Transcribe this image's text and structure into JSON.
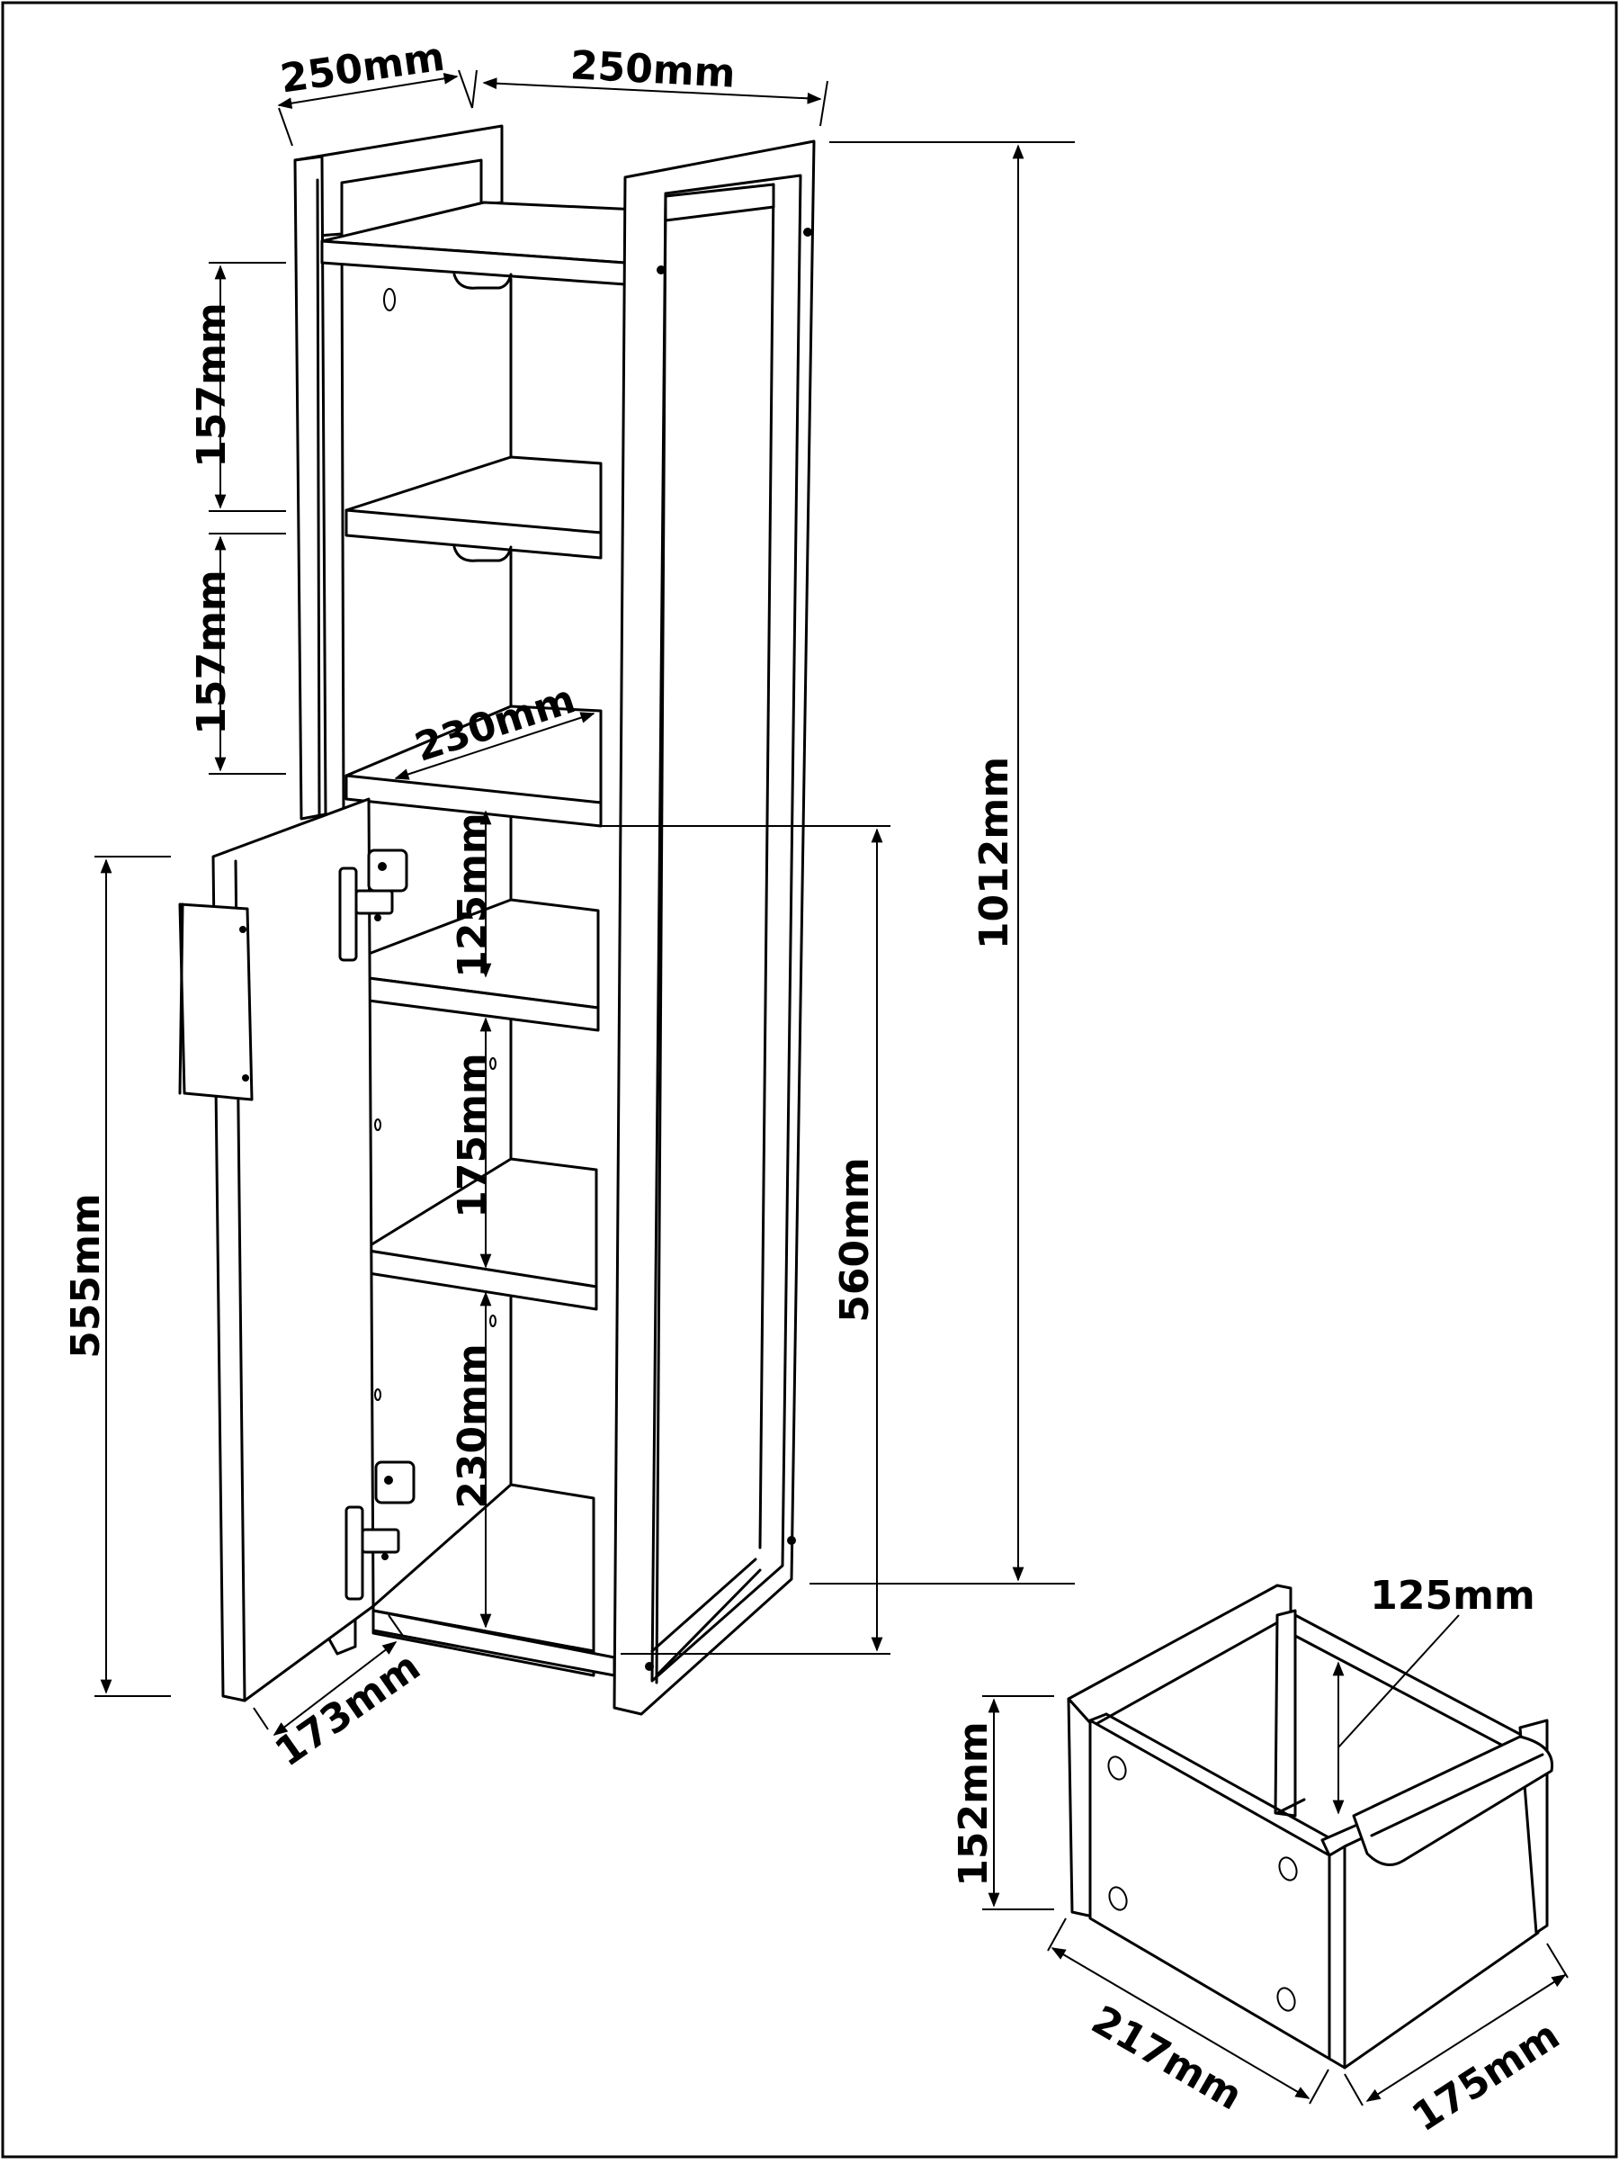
{
  "diagram": {
    "cabinet": {
      "top_depth": "250mm",
      "top_width": "250mm",
      "shelf_gap_upper": "157mm",
      "shelf_gap_middle": "157mm",
      "shelf_depth": "230mm",
      "compartment_1": "125mm",
      "compartment_2": "175mm",
      "compartment_3": "230mm",
      "door_height": "555mm",
      "door_width": "173mm",
      "lower_section_height": "560mm",
      "total_height": "1012mm"
    },
    "holder": {
      "inner_height": "125mm",
      "height": "152mm",
      "length": "217mm",
      "width": "175mm"
    }
  }
}
